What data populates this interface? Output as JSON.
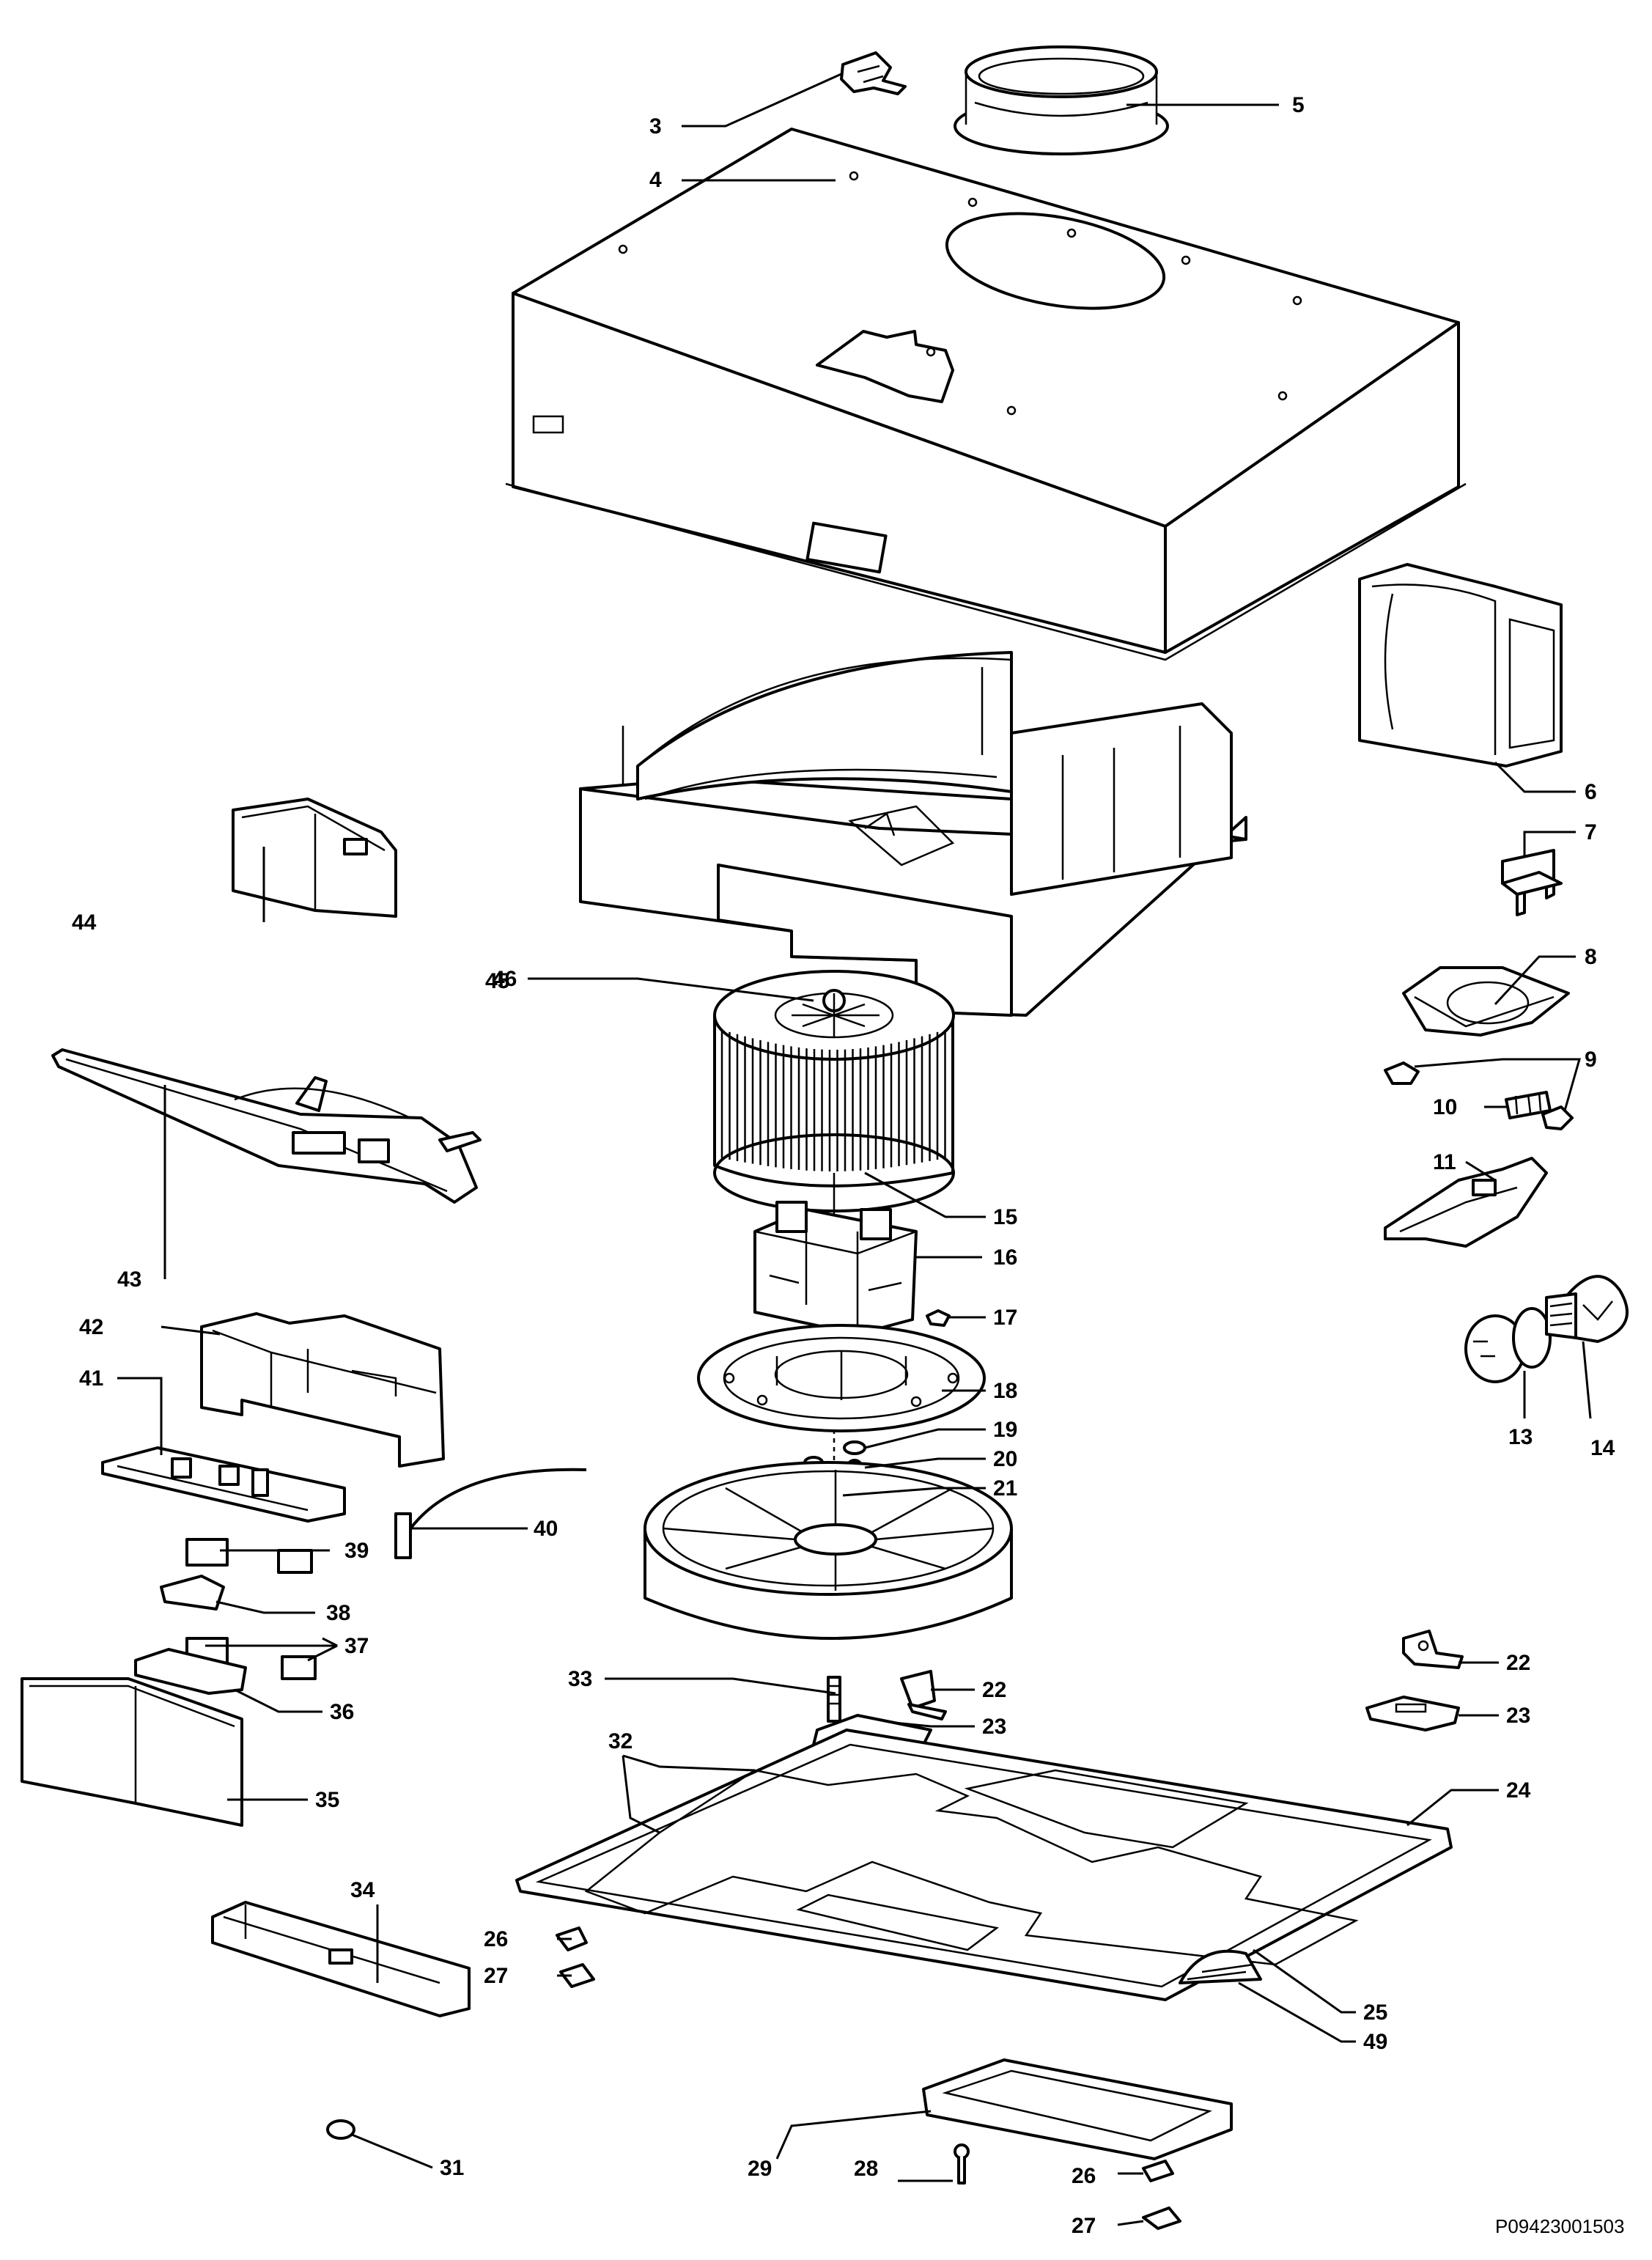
{
  "drawing_code": "P09423001503",
  "callouts": [
    {
      "id": "c3",
      "label": "3"
    },
    {
      "id": "c5",
      "label": "5"
    },
    {
      "id": "c4",
      "label": "4"
    },
    {
      "id": "c6",
      "label": "6"
    },
    {
      "id": "c7",
      "label": "7"
    },
    {
      "id": "c44",
      "label": "44"
    },
    {
      "id": "c45",
      "label": "45"
    },
    {
      "id": "c46",
      "label": "46"
    },
    {
      "id": "c8",
      "label": "8"
    },
    {
      "id": "c9",
      "label": "9"
    },
    {
      "id": "c10",
      "label": "10"
    },
    {
      "id": "c43",
      "label": "43"
    },
    {
      "id": "c11",
      "label": "11"
    },
    {
      "id": "c15",
      "label": "15"
    },
    {
      "id": "c16",
      "label": "16"
    },
    {
      "id": "c42",
      "label": "42"
    },
    {
      "id": "c17",
      "label": "17"
    },
    {
      "id": "c41",
      "label": "41"
    },
    {
      "id": "c18",
      "label": "18"
    },
    {
      "id": "c13",
      "label": "13"
    },
    {
      "id": "c14",
      "label": "14"
    },
    {
      "id": "c19",
      "label": "19"
    },
    {
      "id": "c20",
      "label": "20"
    },
    {
      "id": "c21",
      "label": "21"
    },
    {
      "id": "c40",
      "label": "40"
    },
    {
      "id": "c39",
      "label": "39"
    },
    {
      "id": "c38",
      "label": "38"
    },
    {
      "id": "c37",
      "label": "37"
    },
    {
      "id": "c36",
      "label": "36"
    },
    {
      "id": "c33",
      "label": "33"
    },
    {
      "id": "c22a",
      "label": "22"
    },
    {
      "id": "c22b",
      "label": "22"
    },
    {
      "id": "c23a",
      "label": "23"
    },
    {
      "id": "c23b",
      "label": "23"
    },
    {
      "id": "c32",
      "label": "32"
    },
    {
      "id": "c35",
      "label": "35"
    },
    {
      "id": "c24",
      "label": "24"
    },
    {
      "id": "c34",
      "label": "34"
    },
    {
      "id": "c26a",
      "label": "26"
    },
    {
      "id": "c27a",
      "label": "27"
    },
    {
      "id": "c25",
      "label": "25"
    },
    {
      "id": "c49",
      "label": "49"
    },
    {
      "id": "c31",
      "label": "31"
    },
    {
      "id": "c29",
      "label": "29"
    },
    {
      "id": "c28",
      "label": "28"
    },
    {
      "id": "c26b",
      "label": "26"
    },
    {
      "id": "c27b",
      "label": "27"
    }
  ]
}
